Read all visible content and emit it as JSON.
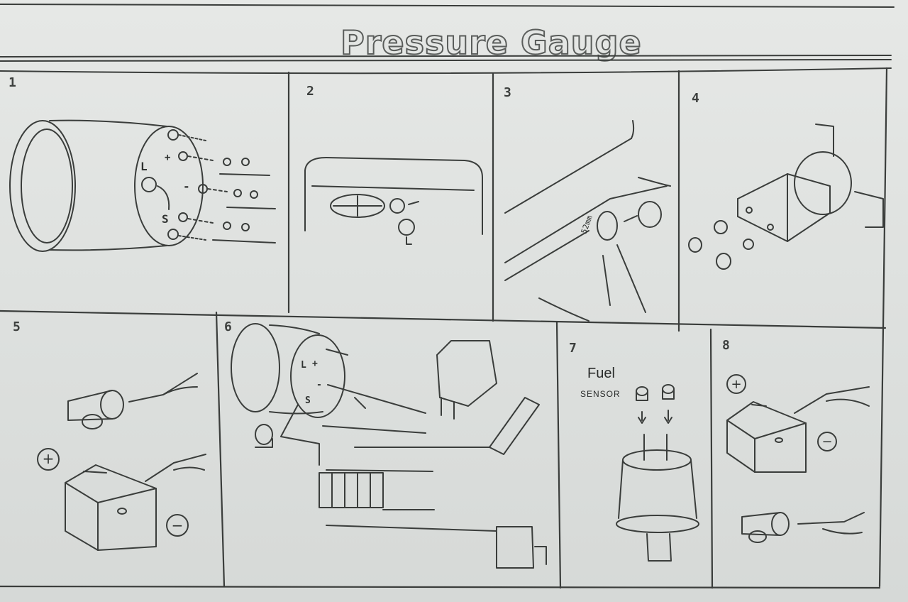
{
  "title": "Pressure Gauge",
  "panels": [
    {
      "number": "1"
    },
    {
      "number": "2"
    },
    {
      "number": "3"
    },
    {
      "number": "4"
    },
    {
      "number": "5"
    },
    {
      "number": "6"
    },
    {
      "number": "7"
    },
    {
      "number": "8"
    }
  ],
  "panel1": {
    "plus": "+",
    "minus": "-",
    "l": "L",
    "s": "S"
  },
  "panel3": {
    "scale_mark": "52mm"
  },
  "panel6": {
    "l": "L",
    "plus": "+",
    "minus": "-",
    "s": "S"
  },
  "panel7": {
    "fuel": "Fuel",
    "sensor": "SENSOR"
  },
  "symbols": {
    "plus": "+",
    "minus": "−"
  }
}
